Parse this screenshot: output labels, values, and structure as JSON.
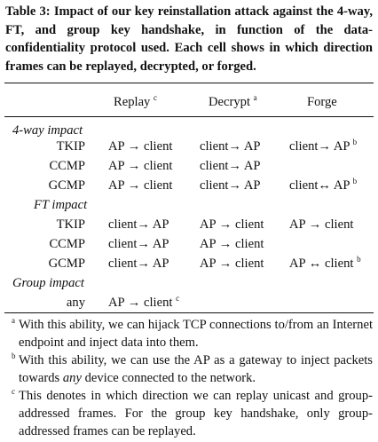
{
  "caption": "Table 3: Impact of our key reinstallation attack against the 4-way, FT, and group key handshake, in function of the data-confidentiality protocol used. Each cell shows in which direction frames can be replayed, decrypted, or forged.",
  "headers": {
    "replay": "Replay",
    "replay_mark": "c",
    "decrypt": "Decrypt",
    "decrypt_mark": "a",
    "forge": "Forge"
  },
  "groups": [
    {
      "title": "4-way impact",
      "rows": [
        {
          "label": "TKIP",
          "replay": "AP → client",
          "decrypt": "client→ AP",
          "forge": "client→ AP",
          "forge_mark": "b"
        },
        {
          "label": "CCMP",
          "replay": "AP → client",
          "decrypt": "client→ AP",
          "forge": "",
          "forge_mark": ""
        },
        {
          "label": "GCMP",
          "replay": "AP → client",
          "decrypt": "client→ AP",
          "forge": "client↔ AP",
          "forge_mark": "b"
        }
      ]
    },
    {
      "title": "FT impact",
      "rows": [
        {
          "label": "TKIP",
          "replay": "client→ AP",
          "decrypt": "AP → client",
          "forge": "AP → client",
          "forge_mark": ""
        },
        {
          "label": "CCMP",
          "replay": "client→ AP",
          "decrypt": "AP → client",
          "forge": "",
          "forge_mark": ""
        },
        {
          "label": "GCMP",
          "replay": "client→ AP",
          "decrypt": "AP → client",
          "forge": "AP ↔ client",
          "forge_mark": "b"
        }
      ]
    },
    {
      "title": "Group impact",
      "rows": [
        {
          "label": "any",
          "replay": "AP → client",
          "replay_mark": "c",
          "decrypt": "",
          "forge": "",
          "forge_mark": ""
        }
      ]
    }
  ],
  "notes": [
    {
      "mark": "a",
      "text": "With this ability, we can hijack TCP connections to/from an Internet endpoint and inject data into them."
    },
    {
      "mark": "b",
      "text_before": "With this ability, we can use the AP as a gateway to inject packets towards ",
      "text_em": "any",
      "text_after": " device connected to the network."
    },
    {
      "mark": "c",
      "text": "This denotes in which direction we can replay unicast and group-addressed frames. For the group key handshake, only group-addressed frames can be replayed."
    }
  ]
}
